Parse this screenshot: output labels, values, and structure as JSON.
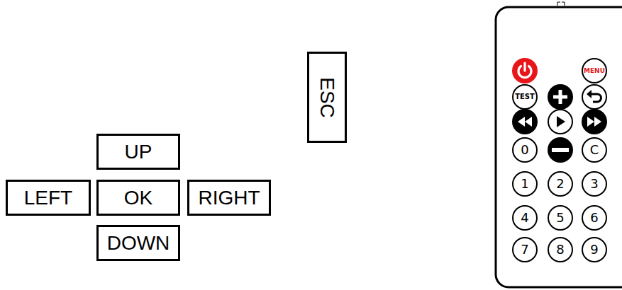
{
  "diagram": {
    "nodes": [
      {
        "text": [
          "UP"
        ]
      },
      {
        "text": [
          "LEFT"
        ]
      },
      {
        "text": [
          "OK"
        ]
      },
      {
        "text": [
          "RIGHT"
        ]
      },
      {
        "text": [
          "DOWN"
        ]
      },
      {
        "text": [
          "ESC"
        ]
      },
      {
        "text": [
          "MENU"
        ]
      },
      {
        "text": [
          "TEST"
        ]
      },
      {
        "text": [
          "0"
        ]
      },
      {
        "text": [
          "C"
        ]
      },
      {
        "text": [
          "1"
        ]
      },
      {
        "text": [
          "2"
        ]
      },
      {
        "text": [
          "3"
        ]
      },
      {
        "text": [
          "4"
        ]
      },
      {
        "text": [
          "5"
        ]
      },
      {
        "text": [
          "6"
        ]
      },
      {
        "text": [
          "7"
        ]
      },
      {
        "text": [
          "8"
        ]
      },
      {
        "text": [
          "9"
        ]
      }
    ]
  }
}
